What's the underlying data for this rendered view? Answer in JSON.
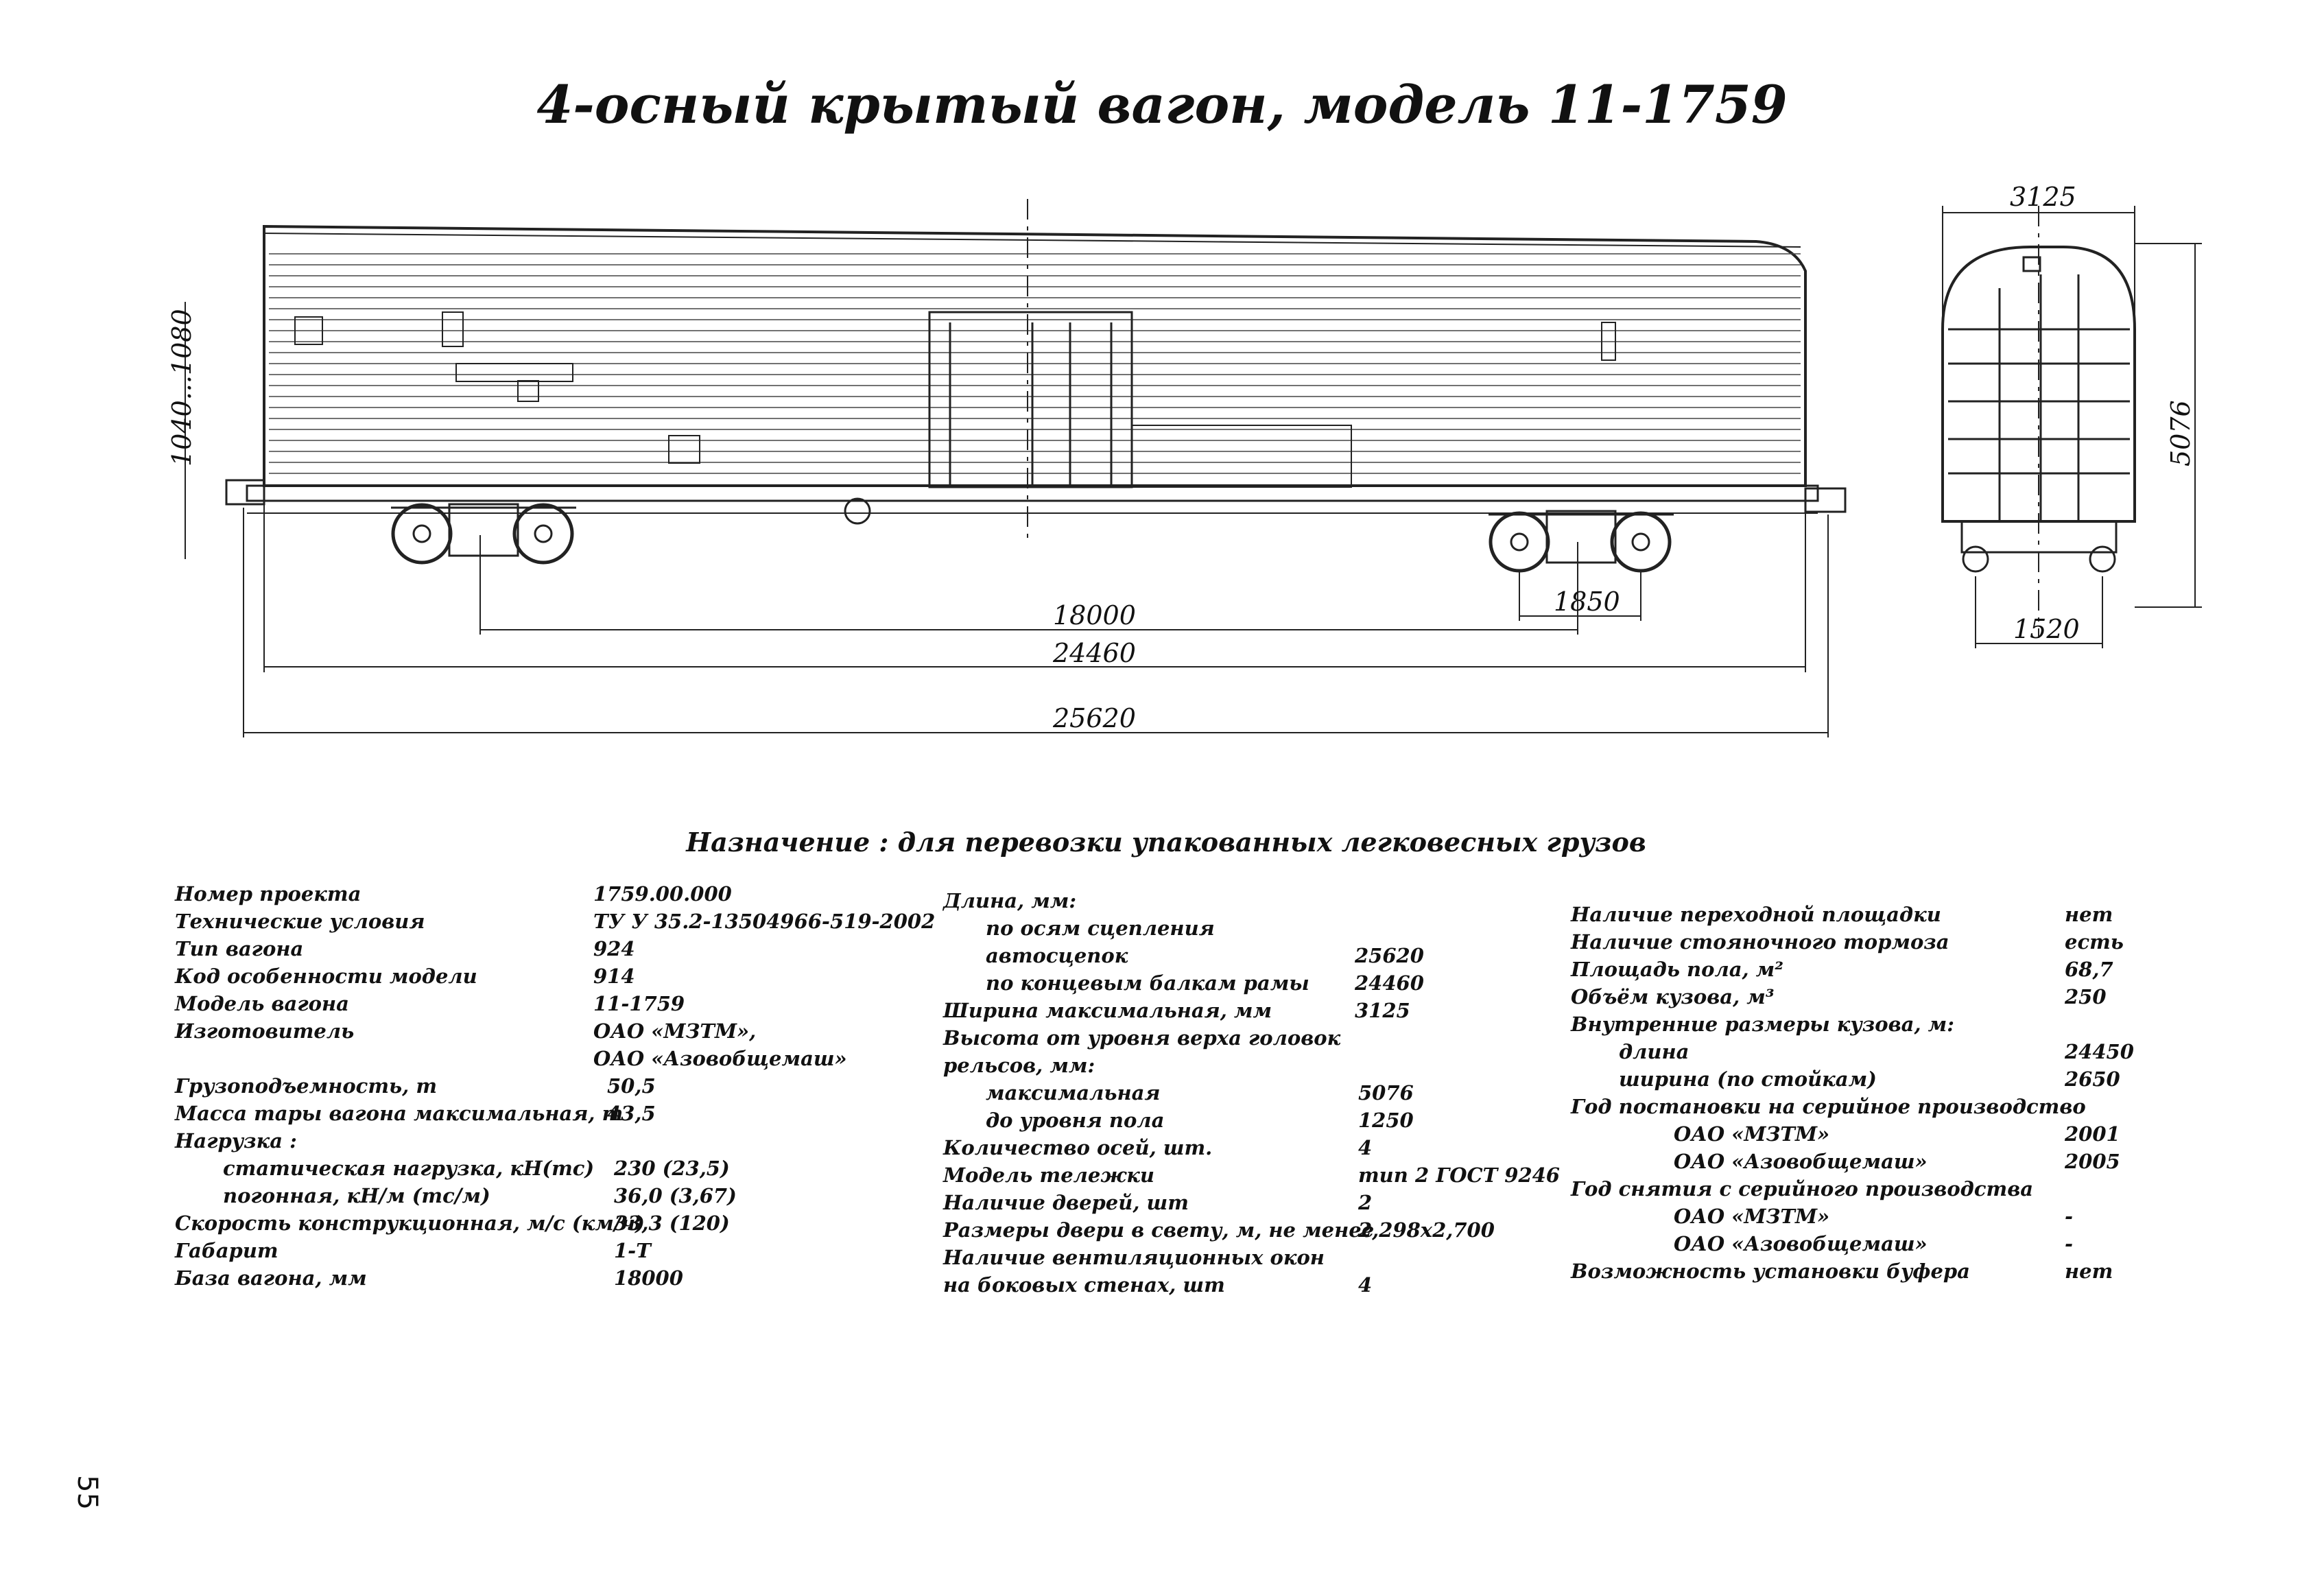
{
  "title": "4-осный крытый вагон, модель 11-1759",
  "purpose": "Назначение : для перевозки упакованных легковесных грузов",
  "drawing": {
    "dims": {
      "height_range": "1040...1080",
      "base": "18000",
      "bogie_base": "1850",
      "frame_length": "24460",
      "coupler_length": "25620",
      "width": "3125",
      "height": "5076",
      "gauge": "1520"
    }
  },
  "specs": {
    "col1": [
      {
        "label": "Номер проекта",
        "value": "1759.00.000"
      },
      {
        "label": "Технические условия",
        "value": "ТУ У 35.2-13504966-519-2002"
      },
      {
        "label": "Тип вагона",
        "value": "924"
      },
      {
        "label": "Код особенности модели",
        "value": "914"
      },
      {
        "label": "Модель вагона",
        "value": "11-1759"
      },
      {
        "label": "Изготовитель",
        "value": "ОАО «МЗТМ»,"
      },
      {
        "label": "",
        "value": "ОАО «Азовобщемаш»"
      },
      {
        "label": "Грузоподъемность, т",
        "value": "50,5"
      },
      {
        "label": "Масса тары вагона максимальная, т",
        "value": "43,5"
      },
      {
        "label": "Нагрузка :",
        "value": ""
      },
      {
        "label": "статическая нагрузка, кН(тс)",
        "value": "230 (23,5)"
      },
      {
        "label": "погонная, кН/м (тс/м)",
        "value": "36,0 (3,67)"
      },
      {
        "label": "Скорость конструкционная, м/с (км/ч)",
        "value": "33,3 (120)"
      },
      {
        "label": "Габарит",
        "value": "1-Т"
      },
      {
        "label": "База вагона, мм",
        "value": "18000"
      }
    ],
    "col2": [
      {
        "label": "Длина, мм:",
        "value": ""
      },
      {
        "label": "по осям сцепления",
        "value": ""
      },
      {
        "label": "автосцепок",
        "value": "25620"
      },
      {
        "label": "по концевым балкам рамы",
        "value": "24460"
      },
      {
        "label": "Ширина максимальная, мм",
        "value": "3125"
      },
      {
        "label": "Высота от уровня верха головок",
        "value": ""
      },
      {
        "label": "рельсов, мм:",
        "value": ""
      },
      {
        "label": "максимальная",
        "value": "5076"
      },
      {
        "label": "до уровня пола",
        "value": "1250"
      },
      {
        "label": "Количество осей, шт.",
        "value": "4"
      },
      {
        "label": "Модель тележки",
        "value": "тип 2 ГОСТ 9246"
      },
      {
        "label": "Наличие дверей, шт",
        "value": "2"
      },
      {
        "label": "Размеры двери в свету, м, не менее",
        "value": "2,298х2,700"
      },
      {
        "label": "Наличие вентиляционных окон",
        "value": ""
      },
      {
        "label": "на боковых стенах, шт",
        "value": "4"
      }
    ],
    "col3": [
      {
        "label": "Наличие переходной площадки",
        "value": "нет"
      },
      {
        "label": "Наличие стояночного тормоза",
        "value": "есть"
      },
      {
        "label": "Площадь пола, м²",
        "value": "68,7"
      },
      {
        "label": "Объём кузова, м³",
        "value": "250"
      },
      {
        "label": "Внутренние размеры кузова, м:",
        "value": ""
      },
      {
        "label": "длина",
        "value": "24450"
      },
      {
        "label": "ширина (по стойкам)",
        "value": "2650"
      },
      {
        "label": "Год постановки на серийное производство",
        "value": ""
      },
      {
        "label": "ОАО «МЗТМ»",
        "value": "2001"
      },
      {
        "label": "ОАО «Азовобщемаш»",
        "value": "2005"
      },
      {
        "label": "Год снятия с серийного производства",
        "value": ""
      },
      {
        "label": "ОАО «МЗТМ»",
        "value": "-"
      },
      {
        "label": "ОАО «Азовобщемаш»",
        "value": "-"
      },
      {
        "label": "Возможность установки буфера",
        "value": "нет"
      }
    ]
  },
  "page_number": "55"
}
